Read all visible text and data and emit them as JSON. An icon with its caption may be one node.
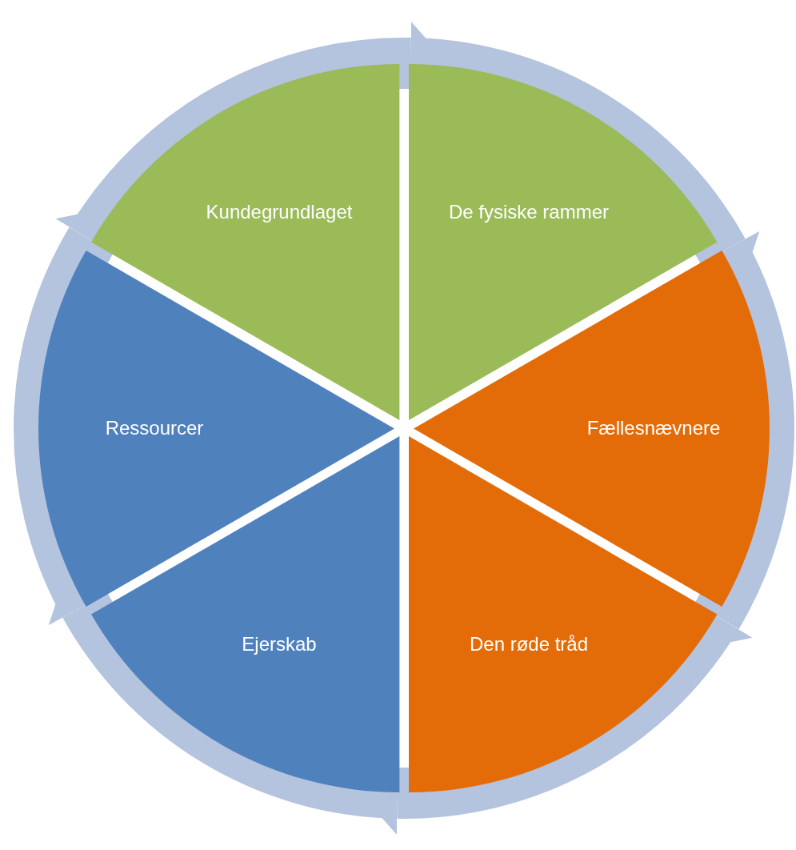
{
  "diagram": {
    "nodes": [
      {
        "text": [
          "Kundegrundlaget"
        ]
      },
      {
        "text": [
          "De fysiske rammer"
        ]
      },
      {
        "text": [
          "Fællesnævnere"
        ]
      },
      {
        "text": [
          "Den røde tråd"
        ]
      },
      {
        "text": [
          "Ejerskab"
        ]
      },
      {
        "text": [
          "Ressourcer"
        ]
      }
    ],
    "edges": [
      {
        "from": 0,
        "to": 1,
        "arrow": "to"
      },
      {
        "from": 1,
        "to": 2,
        "arrow": "to"
      },
      {
        "from": 2,
        "to": 3,
        "arrow": "to"
      },
      {
        "from": 3,
        "to": 4,
        "arrow": "to"
      },
      {
        "from": 4,
        "to": 5,
        "arrow": "to"
      },
      {
        "from": 5,
        "to": 0,
        "arrow": "to"
      }
    ]
  }
}
